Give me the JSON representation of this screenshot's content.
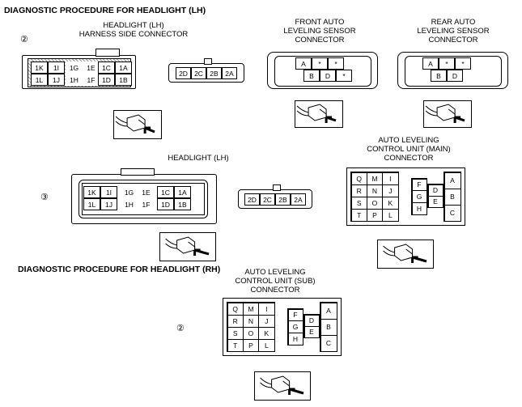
{
  "headings": {
    "lh": "DIAGNOSTIC PROCEDURE FOR HEADLIGHT (LH)",
    "rh": "DIAGNOSTIC PROCEDURE FOR HEADLIGHT (RH)"
  },
  "step_numbers": {
    "first": "②",
    "second": "③",
    "third": "②"
  },
  "captions": {
    "harness_l1": "HEADLIGHT (LH)",
    "harness_l2": "HARNESS SIDE CONNECTOR",
    "front_l1": "FRONT AUTO",
    "front_l2": "LEVELING SENSOR",
    "front_l3": "CONNECTOR",
    "rear_l1": "REAR AUTO",
    "rear_l2": "LEVELING SENSOR",
    "rear_l3": "CONNECTOR",
    "headlight_lh": "HEADLIGHT (LH)",
    "main_l1": "AUTO LEVELING",
    "main_l2": "CONTROL UNIT (MAIN)",
    "main_l3": "CONNECTOR",
    "sub_l1": "AUTO LEVELING",
    "sub_l2": "CONTROL UNIT (SUB)",
    "sub_l3": "CONNECTOR"
  },
  "headlight_pins": {
    "top": [
      "1K",
      "1I",
      "1G",
      "1E",
      "1C",
      "1A"
    ],
    "bottom": [
      "1L",
      "1J",
      "1H",
      "1F",
      "1D",
      "1B"
    ]
  },
  "small_conn_pins": [
    "2D",
    "2C",
    "2B",
    "2A"
  ],
  "front_sensor_pins": {
    "top": [
      "A",
      "*",
      "*"
    ],
    "bottom": [
      "B",
      "D",
      "*"
    ]
  },
  "rear_sensor_pins": {
    "top": [
      "A",
      "*",
      "*"
    ],
    "bottom": [
      "B",
      "D"
    ]
  },
  "control_unit_pins": {
    "left": [
      "Q",
      "M",
      "I",
      "R",
      "N",
      "J",
      "S",
      "O",
      "K",
      "T",
      "P",
      "L"
    ],
    "middle": [
      "F",
      "G",
      "H"
    ],
    "middle_right": [
      "D",
      "E"
    ],
    "right": [
      "A",
      "B",
      "C"
    ]
  },
  "icons": [
    "tester-probe-icon"
  ]
}
